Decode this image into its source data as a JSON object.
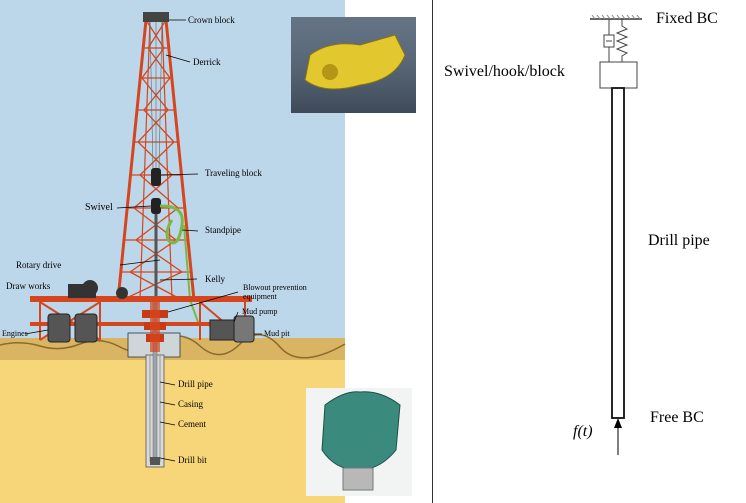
{
  "rig": {
    "labels": {
      "crown_block": "Crown block",
      "derrick": "Derrick",
      "traveling_block": "Traveling block",
      "swivel": "Swivel",
      "standpipe": "Standpipe",
      "rotary_drive": "Rotary drive",
      "draw_works": "Draw works",
      "kelly": "Kelly",
      "blowout_prevention": "Blowout prevention",
      "blowout_prevention_2": "equipment",
      "mud_pump": "Mud pump",
      "engines": "Engines",
      "mud_pit": "Mud pit",
      "drill_pipe": "Drill pipe",
      "casing": "Casing",
      "cement": "Cement",
      "drill_bit": "Drill bit"
    },
    "colors": {
      "sky": "#bcd7ea",
      "ground": "#f7d67a",
      "surface": "#d9b563",
      "derrick": "#d6461e",
      "standpipe": "#7db845"
    }
  },
  "model": {
    "fixed_bc": "Fixed BC",
    "swivel_hook_block": "Swivel/hook/block",
    "drill_pipe": "Drill pipe",
    "free_bc": "Free BC",
    "force": "f(t)"
  }
}
